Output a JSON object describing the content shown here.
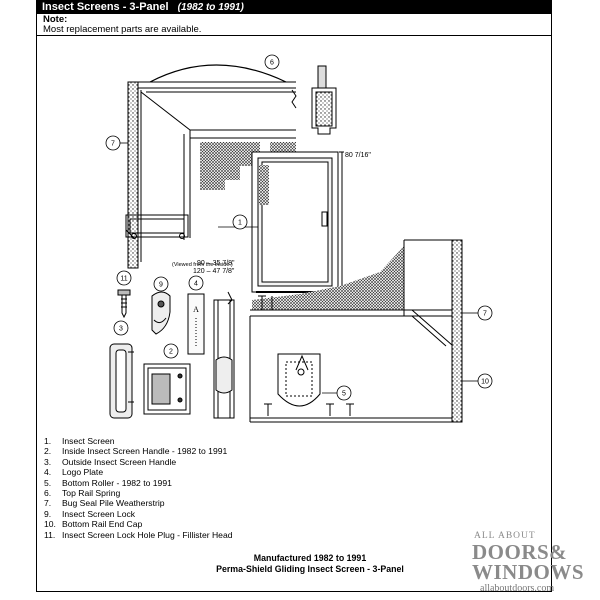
{
  "header": {
    "title": "Insect Screens - 3-Panel",
    "years": "(1982 to 1991)"
  },
  "note": {
    "label": "Note:",
    "text": "Most replacement parts are available."
  },
  "diagram": {
    "callouts": [
      "1",
      "2",
      "3",
      "4",
      "5",
      "6",
      "7",
      "7",
      "9",
      "10",
      "11"
    ],
    "dimensions": {
      "height": "80 7/16\"",
      "viewed_from": "(Viewed from the inside.)",
      "width_90": "90 – 35 7/8\"",
      "width_120": "120 – 47 7/8\""
    }
  },
  "parts": [
    {
      "num": "1.",
      "name": "Insect Screen"
    },
    {
      "num": "2.",
      "name": "Inside Insect Screen Handle - 1982 to 1991"
    },
    {
      "num": "3.",
      "name": "Outside Insect Screen Handle"
    },
    {
      "num": "4.",
      "name": "Logo Plate"
    },
    {
      "num": "5.",
      "name": "Bottom Roller - 1982 to 1991"
    },
    {
      "num": "6.",
      "name": "Top Rail Spring"
    },
    {
      "num": "7.",
      "name": "Bug Seal Pile Weatherstrip"
    },
    {
      "num": "9.",
      "name": "Insect Screen Lock"
    },
    {
      "num": "10.",
      "name": "Bottom Rail End Cap"
    },
    {
      "num": "11.",
      "name": "Insect Screen Lock Hole Plug - Fillister Head"
    }
  ],
  "caption": {
    "line1": "Manufactured 1982 to 1991",
    "line2": "Perma-Shield Gliding Insect Screen - 3-Panel"
  },
  "logo": {
    "line1": "ALL ABOUT",
    "line2": "DOORS&",
    "line3": "WINDOWS",
    "line4": "allaboutdoors.com"
  }
}
